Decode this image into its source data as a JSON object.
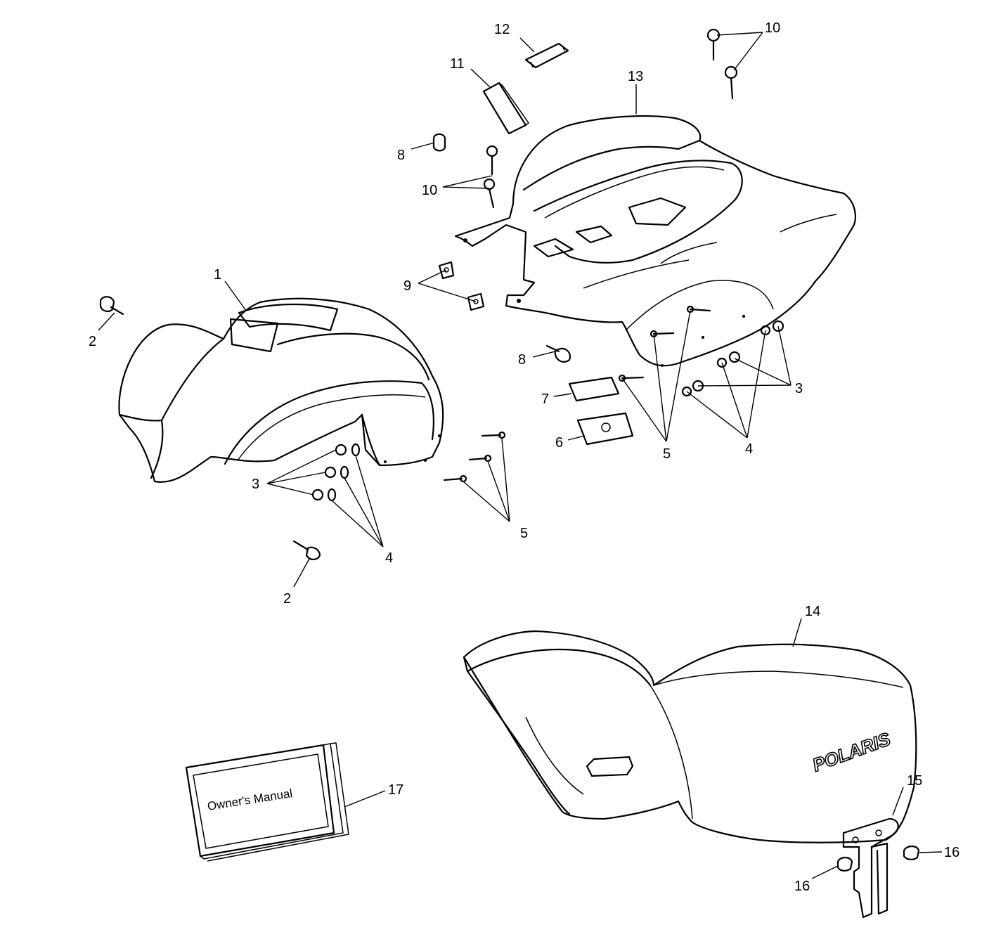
{
  "callouts": {
    "c1": "1",
    "c2a": "2",
    "c2b": "2",
    "c3a": "3",
    "c3b": "3",
    "c4a": "4",
    "c4b": "4",
    "c5a": "5",
    "c5b": "5",
    "c6": "6",
    "c7": "7",
    "c8a": "8",
    "c8b": "8",
    "c9": "9",
    "c10a": "10",
    "c10b": "10",
    "c11": "11",
    "c12": "12",
    "c13": "13",
    "c14": "14",
    "c15": "15",
    "c16a": "16",
    "c16b": "16",
    "c17": "17"
  },
  "manual": {
    "cover_text": "Owner's Manual"
  },
  "seat": {
    "logo_text": "POLARIS"
  }
}
